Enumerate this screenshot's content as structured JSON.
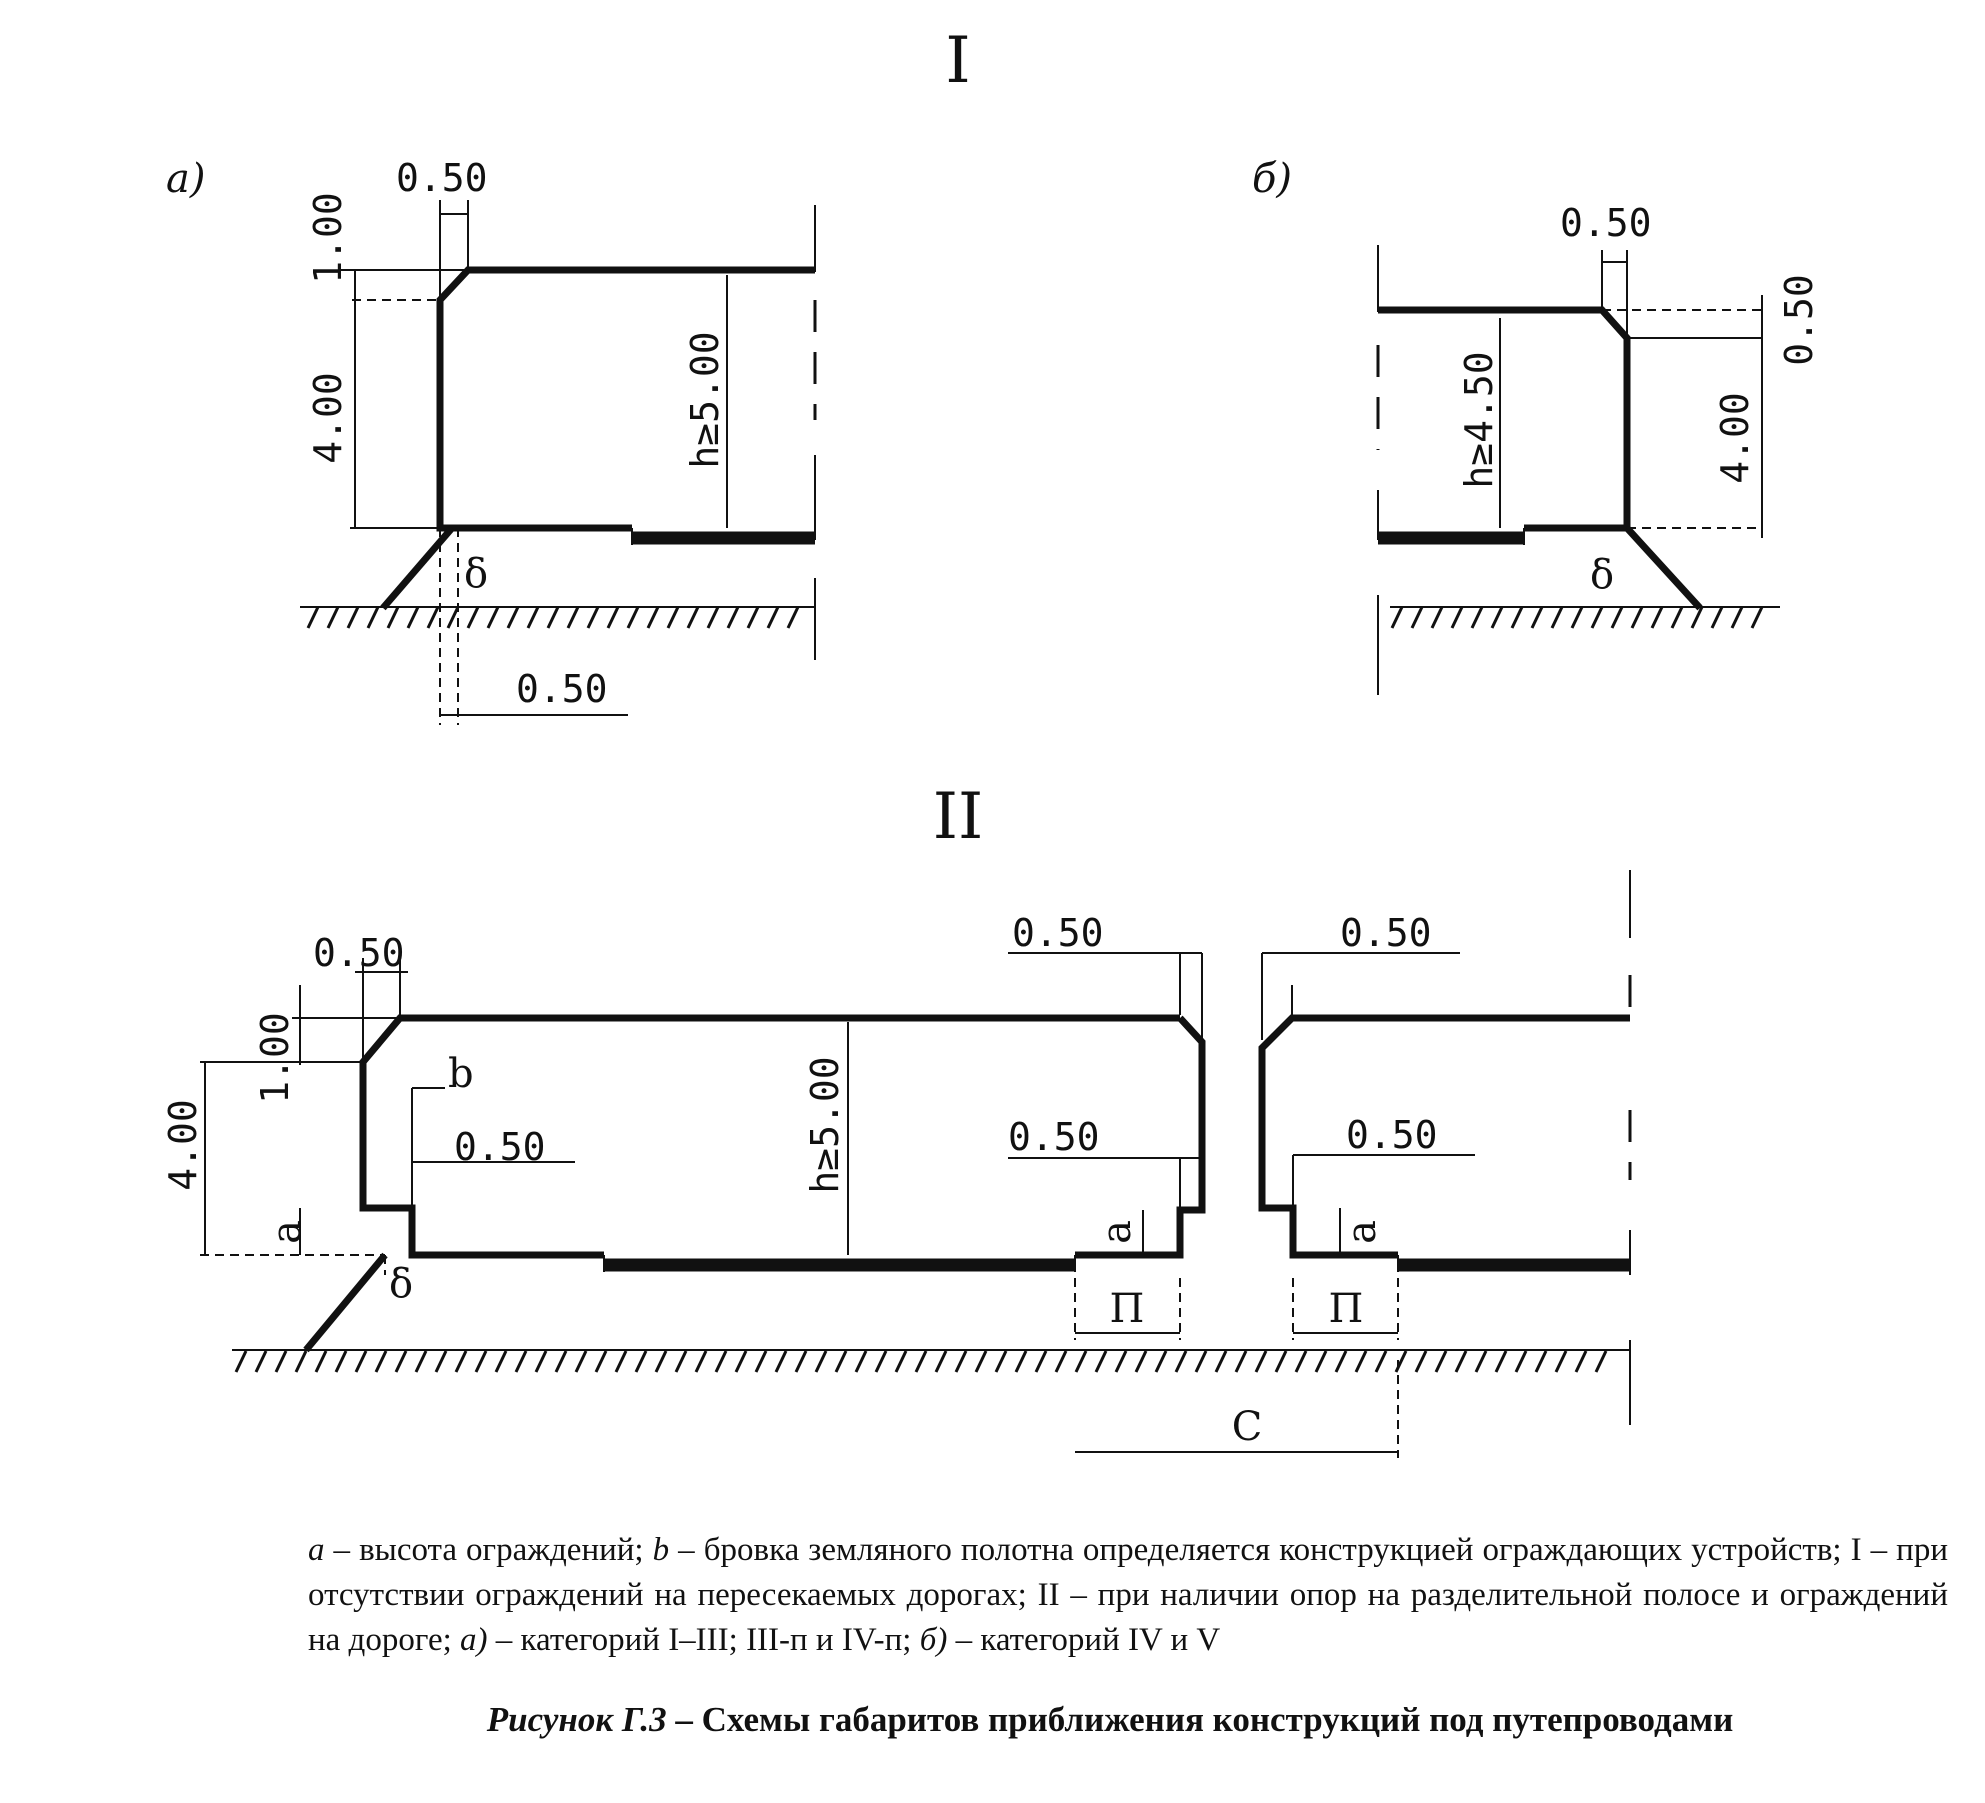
{
  "section_labels": {
    "top": "I",
    "bottom": "II"
  },
  "sub_labels": {
    "a": "а)",
    "b": "б)"
  },
  "dims_a": {
    "offset_top": "0.50",
    "height_top": "1.00",
    "height_side": "4.00",
    "clearance": "h≥5.00",
    "delta": "δ",
    "offset_bottom": "0.50"
  },
  "dims_b": {
    "offset_top": "0.50",
    "height_top": "0.50",
    "height_side": "4.00",
    "clearance": "h≥4.50",
    "delta": "δ"
  },
  "dims_ii": {
    "left_offset_top": "0.50",
    "left_height_top": "1.00",
    "left_height_side": "4.00",
    "b_label": "b",
    "left_offset_mid": "0.50",
    "a_left": "a",
    "delta": "δ",
    "clearance": "h≥5.00",
    "mid_offset_top": "0.50",
    "mid_offset_lower": "0.50",
    "a_mid": "a",
    "p_mid": "П",
    "right_offset_top": "0.50",
    "right_offset_lower": "0.50",
    "a_right": "a",
    "p_right": "П",
    "c_label": "С"
  },
  "caption": {
    "a_sym": "a",
    "a_text": " – высота ограждений; ",
    "b_sym": "b",
    "b_text": " – бровка земляного полотна  определяется конструкцией ограждающих устройств; I – при отсутствии ограждений на пересекаемых дорогах; II – при наличии опор на разделительной полосе  и  ограждений на дороге; ",
    "cat_a_sym": "а)",
    "cat_a_text": " – категорий I–III; III-п и IV-п;  ",
    "cat_b_sym": "б)",
    "cat_b_text": " – категорий IV  и  V"
  },
  "figure_title": {
    "number": "Рисунок Г.3",
    "text": "  – Схемы габаритов приближения конструкций под путепроводами"
  }
}
